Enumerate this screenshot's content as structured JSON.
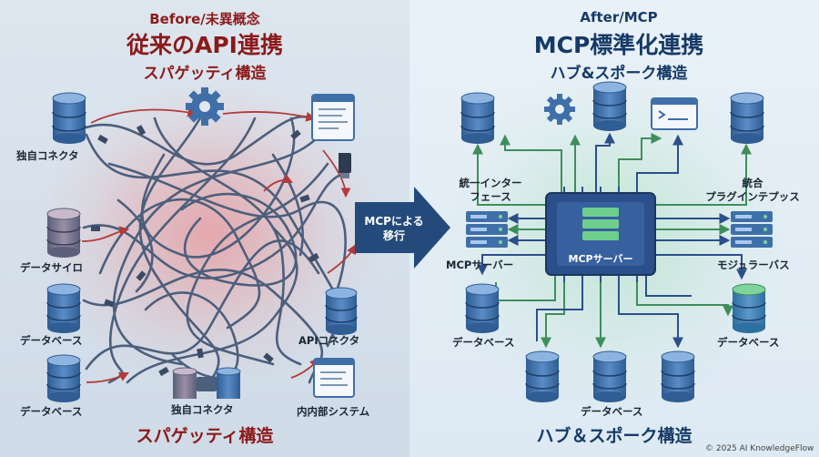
{
  "left": {
    "subtitle": "Before/未異概念",
    "title": "従来のAPI連携",
    "subtitle2": "スパゲッティ構造",
    "labels": {
      "connector_top": "独自コネクタ",
      "data_silo": "データサイロ",
      "database_mid": "データベース",
      "database_bottom": "データベース",
      "connector_bottom": "独自コネクタ",
      "api_connector": "APIコネクタ",
      "internal_system": "内内部システム"
    },
    "footer": "スパゲッティ構造"
  },
  "arrow": {
    "line1": "MCPによる",
    "line2": "移行"
  },
  "right": {
    "subtitle": "After/MCP",
    "title": "MCP標準化連携",
    "subtitle2": "ハブ&スポーク構造",
    "labels": {
      "unified_interface_1": "統一インター",
      "unified_interface_2": "フェース",
      "plugin_1": "統合",
      "plugin_2": "プラグインテプッス",
      "mcp_server_left": "MCPサーバー",
      "modular_bus": "モジュラーバス",
      "database_left": "データベース",
      "database_right": "データベース",
      "database_bottom": "データベース"
    },
    "hub_label": "MCPサーバー",
    "footer": "ハブ＆スポーク構造"
  },
  "copyright": "© 2025 AI KnowledgeFlow",
  "colors": {
    "left_title": "#8b1a1a",
    "right_title": "#163a66",
    "database": "#3f6fa8",
    "cable": "#5a6c86",
    "hub": "#2b4f8a",
    "spoke_green": "#3e8e5c",
    "arrow": "#234a7a"
  }
}
